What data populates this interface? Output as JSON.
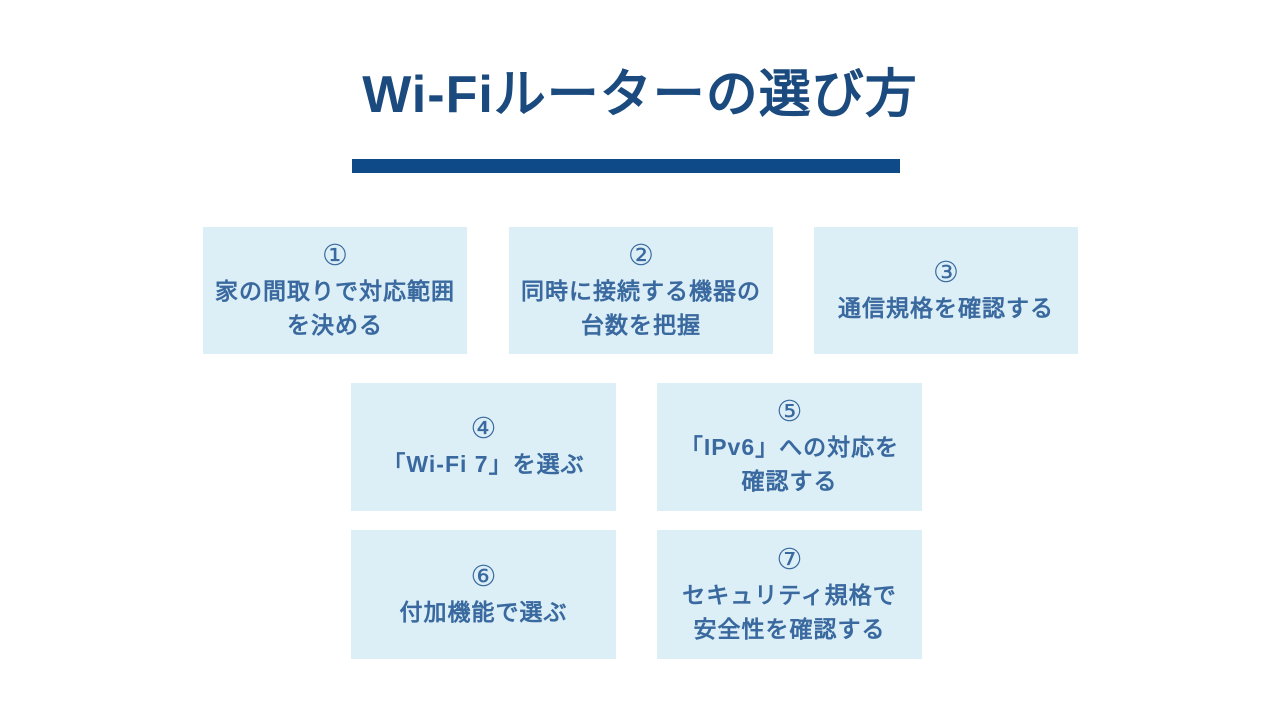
{
  "page": {
    "title": "Wi-Fiルーターの選び方",
    "colors": {
      "page_bg": "#ffffff",
      "title_text": "#1b4a7e",
      "underline_bar": "#0d4a87",
      "box_bg": "#dceef6",
      "box_text": "#39699f"
    }
  },
  "boxes": [
    {
      "number": "①",
      "text": "家の間取りで対応範囲\nを決める"
    },
    {
      "number": "②",
      "text": "同時に接続する機器の\n台数を把握"
    },
    {
      "number": "③",
      "text": "通信規格を確認する"
    },
    {
      "number": "④",
      "text": "「Wi-Fi 7」を選ぶ"
    },
    {
      "number": "⑤",
      "text": "「IPv6」への対応を\n確認する"
    },
    {
      "number": "⑥",
      "text": "付加機能で選ぶ"
    },
    {
      "number": "⑦",
      "text": "セキュリティ規格で\n安全性を確認する"
    }
  ]
}
